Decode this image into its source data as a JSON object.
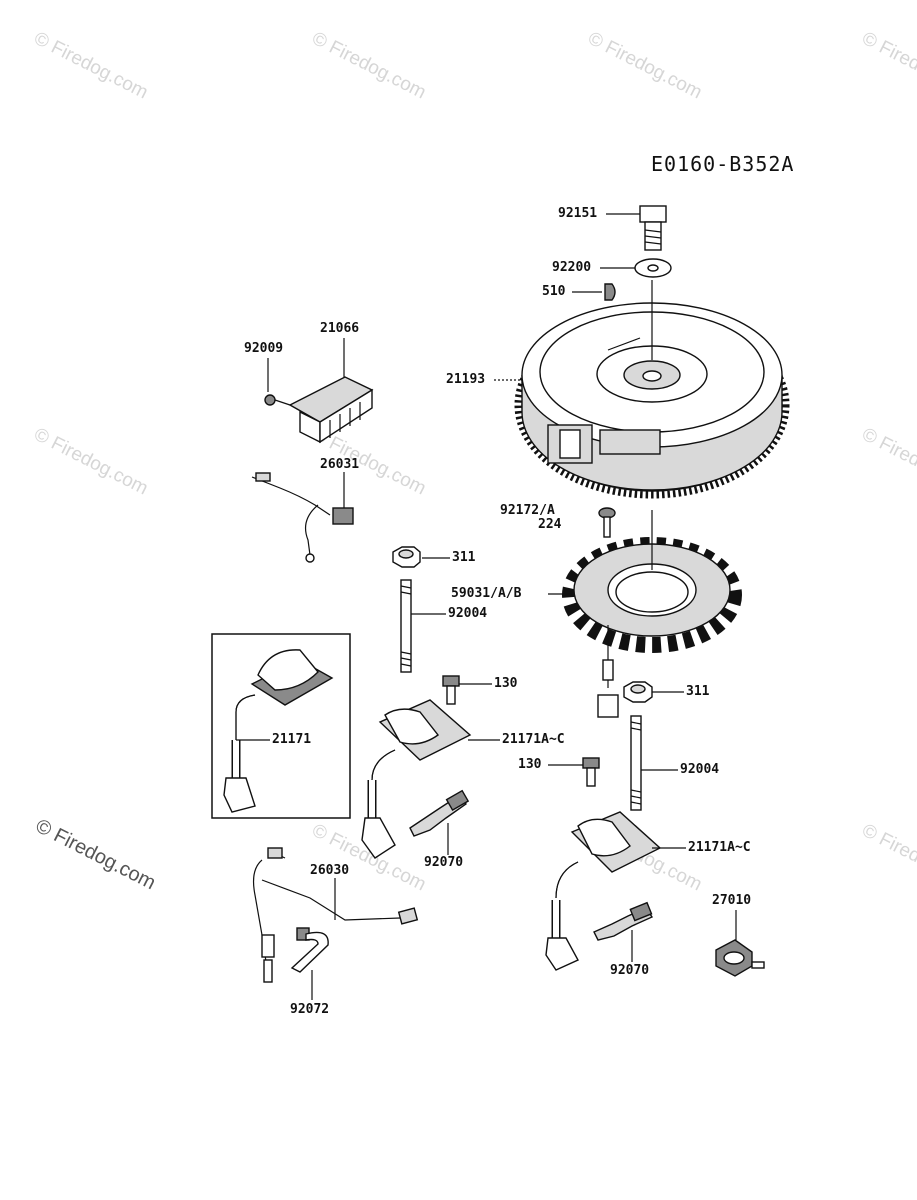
{
  "diagram": {
    "code": "E0160-B352A",
    "watermark": "© Firedog.com",
    "labels": {
      "p92151": "92151",
      "p92200": "92200",
      "p510": "510",
      "p21193": "21193",
      "p21066": "21066",
      "p92009": "92009",
      "p26031": "26031",
      "p92172a": "92172/A",
      "p224": "224",
      "p311a": "311",
      "p59031": "59031/A/B",
      "p92004a": "92004",
      "p130a": "130",
      "p21171": "21171",
      "p21171ac_a": "21171A~C",
      "p311b": "311",
      "p130b": "130",
      "p92004b": "92004",
      "p21171ac_b": "21171A~C",
      "p92070a": "92070",
      "p26030": "26030",
      "p27010": "27010",
      "p92070b": "92070",
      "p92072": "92072"
    }
  }
}
